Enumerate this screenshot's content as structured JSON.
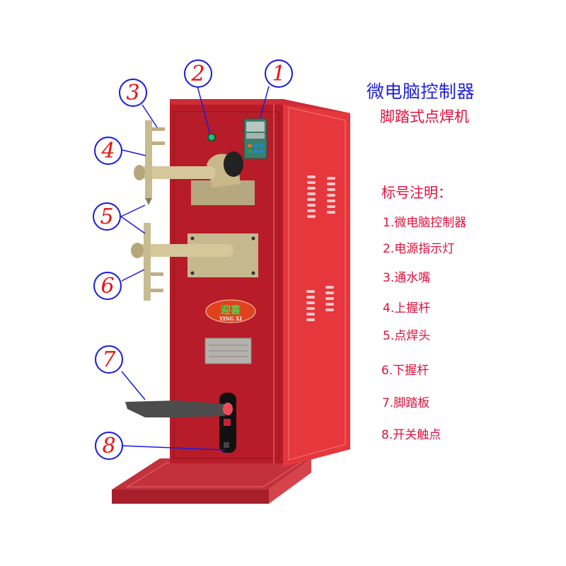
{
  "header": {
    "title_line1": "微电脑控制器",
    "title_line2": "脚踏式点焊机"
  },
  "legend": {
    "title": "标号注明：",
    "items": [
      {
        "label": "1.微电脑控制器"
      },
      {
        "label": "2.电源指示灯"
      },
      {
        "label": "3.通水嘴"
      },
      {
        "label": "4.上握杆"
      },
      {
        "label": "5.点焊头"
      },
      {
        "label": "6.下握杆"
      },
      {
        "label": "7.脚踏板"
      },
      {
        "label": "8.开关触点"
      }
    ]
  },
  "callouts": [
    {
      "number": "1"
    },
    {
      "number": "2"
    },
    {
      "number": "3"
    },
    {
      "number": "4"
    },
    {
      "number": "5"
    },
    {
      "number": "6"
    },
    {
      "number": "7"
    },
    {
      "number": "8"
    }
  ],
  "machine": {
    "logo_cn": "迎喜",
    "logo_en": "YING XI"
  },
  "colors": {
    "title_blue": "#2222dd",
    "label_red": "#e0103c",
    "callout_ring": "#1a1ae0",
    "callout_digit": "#ee1111",
    "body_front": "#b81c28",
    "body_side": "#e5373c",
    "brass": "#c8b88a"
  }
}
